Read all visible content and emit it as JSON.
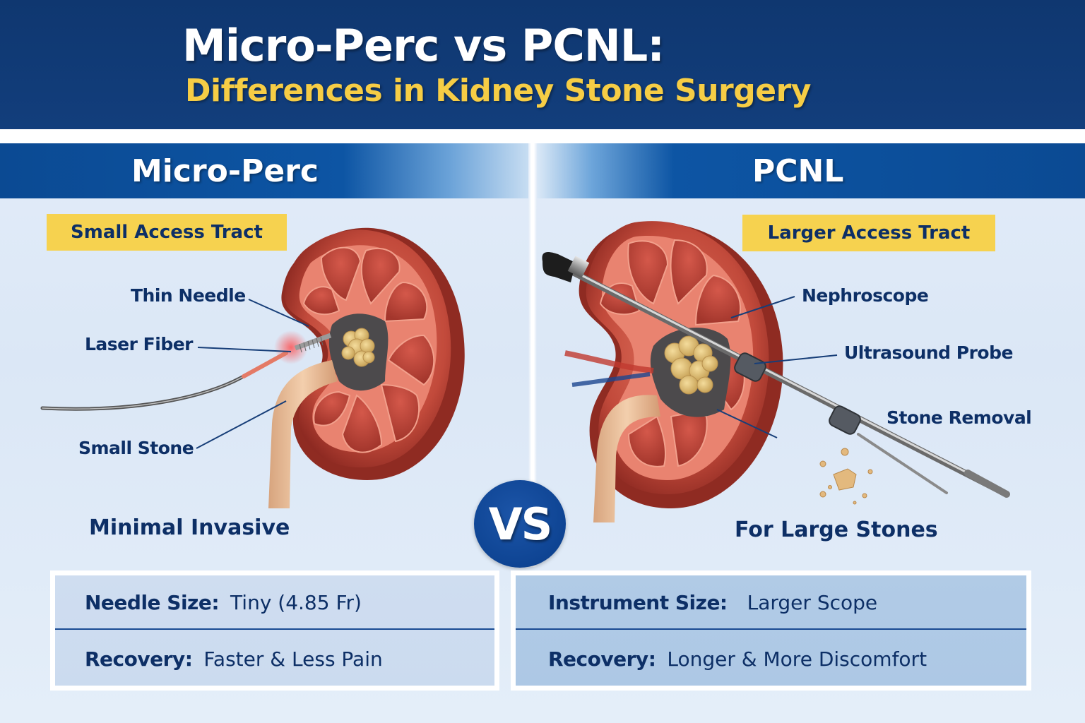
{
  "header": {
    "title": "Micro-Perc vs PCNL:",
    "subtitle": "Differences in Kidney Stone Surgery"
  },
  "colors": {
    "header_bg": "#0f3770",
    "section_bar": "#0b4a93",
    "subtitle_yellow": "#f6cd45",
    "tag_yellow": "#f6d24f",
    "text_navy": "#0d2f66",
    "kidney_red": "#c0483a",
    "background": "#e2ecf8"
  },
  "left": {
    "section_title": "Micro-Perc",
    "tag": "Small Access Tract",
    "labels": {
      "thin_needle": "Thin Needle",
      "laser_fiber": "Laser Fiber",
      "small_stone": "Small Stone"
    },
    "caption": "Minimal Invasive",
    "info": [
      {
        "key": "Needle Size:",
        "value": "Tiny (4.85 Fr)"
      },
      {
        "key": "Recovery:",
        "value": "Faster & Less Pain"
      }
    ]
  },
  "vs": "VS",
  "right": {
    "section_title": "PCNL",
    "tag": "Larger Access Tract",
    "labels": {
      "nephroscope": "Nephroscope",
      "ultrasound_probe": "Ultrasound Probe",
      "stone_removal": "Stone Removal"
    },
    "caption": "For Large Stones",
    "info": [
      {
        "key": "Instrument Size:",
        "value": "Larger Scope"
      },
      {
        "key": "Recovery:",
        "value": "Longer & More Discomfort"
      }
    ]
  }
}
